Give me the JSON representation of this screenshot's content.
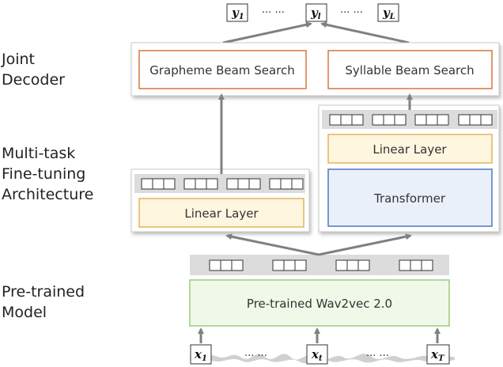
{
  "side_labels": {
    "joint_decoder": [
      "Joint",
      "Decoder"
    ],
    "multitask": [
      "Multi-task",
      "Fine-tuning",
      "Architecture"
    ],
    "pretrained": [
      "Pre-trained",
      "Model"
    ]
  },
  "boxes": {
    "grapheme_search": "Grapheme Beam Search",
    "syllable_search": "Syllable Beam Search",
    "linear_left": "Linear Layer",
    "linear_right": "Linear Layer",
    "transformer": "Transformer",
    "wav2vec": "Pre-trained Wav2vec 2.0"
  },
  "outputs": {
    "first": {
      "base": "y",
      "sub": "1"
    },
    "mid": {
      "base": "y",
      "sub": "l"
    },
    "last": {
      "base": "y",
      "sub": "L"
    },
    "ellipsis": "··· ···"
  },
  "inputs": {
    "first": {
      "base": "x",
      "sub": "1"
    },
    "mid": {
      "base": "x",
      "sub": "t"
    },
    "last": {
      "base": "x",
      "sub": "T"
    },
    "ellipsis": "··· ···"
  },
  "colors": {
    "orange_border": "#d9773a",
    "yellow_fill": "#fff6e0",
    "yellow_border": "#e2b35a",
    "blue_fill": "#eaf0fa",
    "blue_border": "#4a78c0",
    "green_fill": "#f0f8ea",
    "green_border": "#9ccc7a",
    "strip_gray": "#dcdcdc",
    "arrow_gray": "#808080"
  }
}
